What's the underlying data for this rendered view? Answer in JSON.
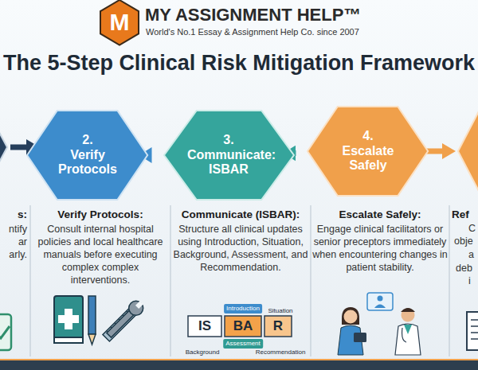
{
  "diagram": {
    "title": "The 5-Step Clinical Risk Mitigation Framework",
    "nodes": [
      {
        "text": [
          "M"
        ]
      },
      {
        "text": [
          "2.",
          "Verify Protocols"
        ]
      },
      {
        "text": [
          "3.",
          "Communicate: ISBAR"
        ]
      },
      {
        "text": [
          "4.",
          "Escalate Safely"
        ]
      },
      {
        "text": [
          "IS"
        ]
      },
      {
        "text": [
          "BA"
        ]
      },
      {
        "text": [
          "R"
        ]
      }
    ],
    "edges": [
      {
        "from": 1,
        "to": 2,
        "arrow": "to"
      },
      {
        "from": 2,
        "to": 3,
        "arrow": "to"
      }
    ],
    "labels": [
      "MY ASSIGNMENT HELP™",
      "World's No.1 Essay & Assignment Help Co. since 2007",
      "s:",
      "ntify",
      "ar",
      "arly.",
      "Verify Protocols:",
      "Consult internal hospital policies and local healthcare manuals before executing complex complex interventions.",
      "Communicate (ISBAR):",
      "Structure all clinical updates using Introduction, Situation, Background, Assessment, and Recommendation.",
      "Escalate Safely:",
      "Engage clinical facilitators or senior preceptors immediately when encountering changes in patient stability.",
      "Ref",
      "C",
      "obje",
      "a",
      "deb",
      "i",
      "Introduction",
      "Situation",
      "Background",
      "Assessment",
      "Recommendation"
    ]
  }
}
